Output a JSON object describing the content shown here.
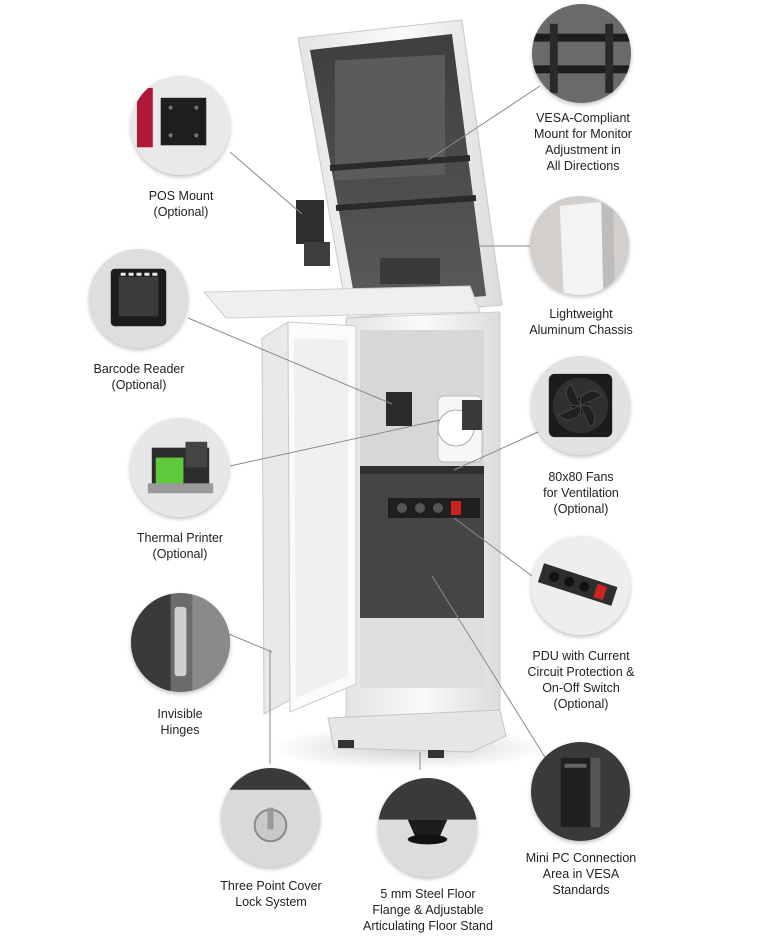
{
  "callouts": {
    "vesa": {
      "lines": [
        "VESA-Compliant",
        "Mount for Monitor",
        "Adjustment in",
        "All Directions"
      ]
    },
    "pos": {
      "lines": [
        "POS Mount",
        "(Optional)"
      ]
    },
    "chassis": {
      "lines": [
        "Lightweight",
        "Aluminum Chassis"
      ]
    },
    "barcode": {
      "lines": [
        "Barcode Reader",
        "(Optional)"
      ]
    },
    "fans": {
      "lines": [
        "80x80 Fans",
        "for Ventilation",
        "(Optional)"
      ]
    },
    "printer": {
      "lines": [
        "Thermal Printer",
        "(Optional)"
      ]
    },
    "pdu": {
      "lines": [
        "PDU with Current",
        "Circuit Protection &",
        "On-Off Switch",
        "(Optional)"
      ]
    },
    "hinges": {
      "lines": [
        "Invisible",
        "Hinges"
      ]
    },
    "minipc": {
      "lines": [
        "Mini PC Connection",
        "Area in VESA",
        "Standards"
      ]
    },
    "lock": {
      "lines": [
        "Three Point Cover",
        "Lock System"
      ]
    },
    "floor": {
      "lines": [
        "5 mm Steel Floor",
        "Flange & Adjustable",
        "Articulating Floor Stand"
      ]
    }
  },
  "colors": {
    "text": "#222222",
    "leader": "#8a8a8a",
    "steel": "#f2f2f2",
    "interior": "#4a4a4a",
    "accent_red": "#cc2222"
  }
}
